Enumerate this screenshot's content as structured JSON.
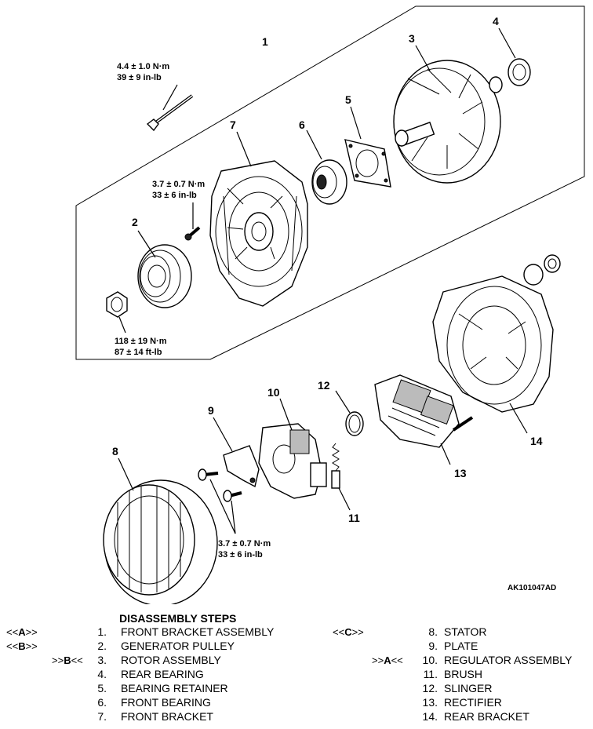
{
  "figure_id": "AK101047AD",
  "callouts": [
    "1",
    "2",
    "3",
    "4",
    "5",
    "6",
    "7",
    "8",
    "9",
    "10",
    "11",
    "12",
    "13",
    "14"
  ],
  "torques": {
    "bolt_top": [
      "4.4 ± 1.0 N·m",
      "39 ± 9 in-lb"
    ],
    "bolt_mid": [
      "3.7 ± 0.7 N·m",
      "33 ± 6 in-lb"
    ],
    "pulley_nut": [
      "118 ± 19 N·m",
      "87 ± 14 ft-lb"
    ],
    "plate_screws": [
      "3.7 ± 0.7 N·m",
      "33 ± 6 in-lb"
    ]
  },
  "steps_title": "DISASSEMBLY STEPS",
  "steps": [
    {
      "mark_pre": "<<",
      "mark_letter": "A",
      "mark_post": ">>",
      "num": "1.",
      "name": "FRONT BRACKET ASSEMBLY"
    },
    {
      "mark_pre": "<<",
      "mark_letter": "B",
      "mark_post": ">>",
      "num": "2.",
      "name": "GENERATOR PULLEY"
    },
    {
      "mark_pre": ">>",
      "mark_letter": "B",
      "mark_post": "<<",
      "num": "3.",
      "name": "ROTOR ASSEMBLY"
    },
    {
      "mark_pre": "",
      "mark_letter": "",
      "mark_post": "",
      "num": "4.",
      "name": "REAR BEARING"
    },
    {
      "mark_pre": "",
      "mark_letter": "",
      "mark_post": "",
      "num": "5.",
      "name": "BEARING RETAINER"
    },
    {
      "mark_pre": "",
      "mark_letter": "",
      "mark_post": "",
      "num": "6.",
      "name": "FRONT BEARING"
    },
    {
      "mark_pre": "",
      "mark_letter": "",
      "mark_post": "",
      "num": "7.",
      "name": "FRONT BRACKET"
    },
    {
      "mark_pre": "<<",
      "mark_letter": "C",
      "mark_post": ">>",
      "num": "8.",
      "name": "STATOR"
    },
    {
      "mark_pre": "",
      "mark_letter": "",
      "mark_post": "",
      "num": "9.",
      "name": "PLATE"
    },
    {
      "mark_pre": ">>",
      "mark_letter": "A",
      "mark_post": "<<",
      "num": "10.",
      "name": "REGULATOR ASSEMBLY"
    },
    {
      "mark_pre": "",
      "mark_letter": "",
      "mark_post": "",
      "num": "11.",
      "name": "BRUSH"
    },
    {
      "mark_pre": "",
      "mark_letter": "",
      "mark_post": "",
      "num": "12.",
      "name": "SLINGER"
    },
    {
      "mark_pre": "",
      "mark_letter": "",
      "mark_post": "",
      "num": "13.",
      "name": "RECTIFIER"
    },
    {
      "mark_pre": "",
      "mark_letter": "",
      "mark_post": "",
      "num": "14.",
      "name": "REAR BRACKET"
    }
  ]
}
